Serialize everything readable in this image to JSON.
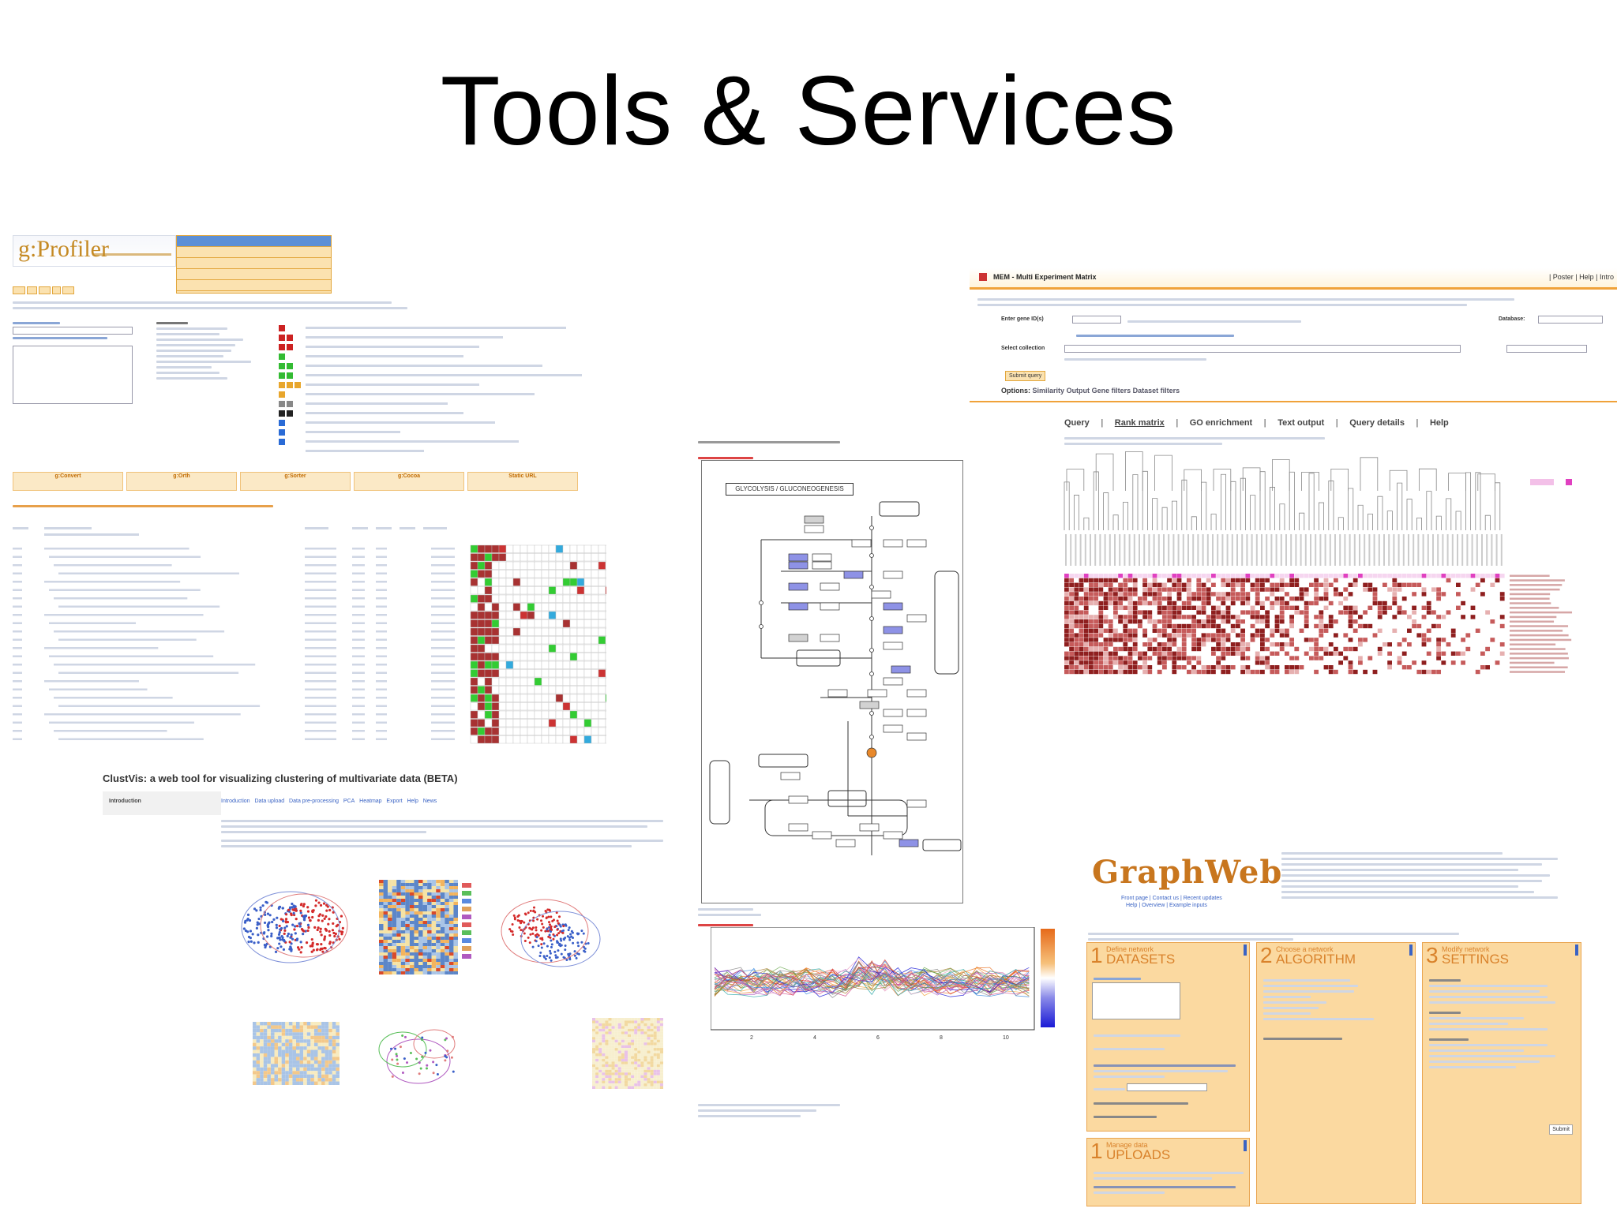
{
  "slide": {
    "title": "Tools & Services"
  },
  "gprofiler": {
    "logo": "g:Profiler",
    "tool_links": [
      "g:Convert",
      "g:Orth",
      "g:Sorter",
      "g:Cocoa",
      "Static URL"
    ]
  },
  "mem": {
    "title": "MEM - Multi Experiment Matrix",
    "header_links": "| Poster | Help | Intro",
    "fields": {
      "enter_gene": "Enter gene ID(s)",
      "select_collection": "Select collection",
      "database": "Database:"
    },
    "submit_label": "Submit query",
    "options": [
      "Options:",
      "Similarity",
      "Output",
      "Gene filters",
      "Dataset filters"
    ],
    "tabs": [
      "Query",
      "Rank matrix",
      "GO enrichment",
      "Text output",
      "Query details",
      "Help"
    ]
  },
  "clustvis": {
    "title": "ClustVis: a web tool for visualizing clustering of multivariate data (BETA)",
    "sidebar_item": "Introduction",
    "nav": [
      "Introduction",
      "Data upload",
      "Data pre-processing",
      "PCA",
      "Heatmap",
      "Export",
      "Help",
      "News"
    ]
  },
  "kegg": {
    "pathway_title": "GLYCOLYSIS / GLUCONEOGENESIS"
  },
  "graphweb": {
    "logo": "GraphWeb",
    "links": [
      "Front page | Contact us | Recent updates",
      "Help | Overview | Example inputs"
    ],
    "steps": [
      {
        "num": "1",
        "small": "Define network",
        "big": "DATASETS"
      },
      {
        "num": "2",
        "small": "Choose a network",
        "big": "ALGORITHM"
      },
      {
        "num": "3",
        "small": "Modify network",
        "big": "SETTINGS"
      },
      {
        "num": "1",
        "small": "Manage data",
        "big": "UPLOADS"
      }
    ],
    "submit_label": "Submit"
  },
  "colors": {
    "orange_accent": "#f8c16a",
    "dark_red": "#a83232",
    "blue_link": "#3a63c4",
    "graphweb_orange": "#d9822b"
  }
}
